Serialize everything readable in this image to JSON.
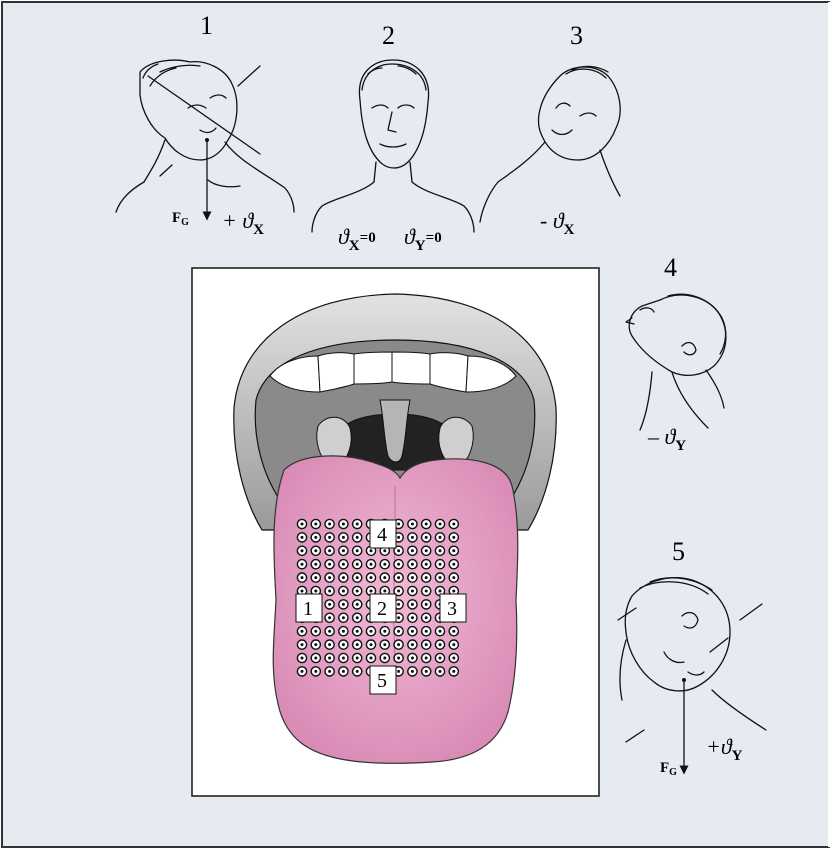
{
  "colors": {
    "panel_bg": "#e6ebf2",
    "panel_border": "#333333",
    "tongue_fill": "#e9a8c9",
    "tongue_shade": "#d98bb5",
    "mouth_gray": "#8a8a8a",
    "lip_gray": "#c8c8c8"
  },
  "head_figures": [
    {
      "number": "1",
      "label_symbol": "+ ϑ",
      "label_sub": "X",
      "force_label": "F",
      "force_sub": "G",
      "icon": "head-tilt-right-icon"
    },
    {
      "number": "2",
      "label_x_symbol": "ϑ",
      "label_x_sub": "X",
      "label_x_value": "=0",
      "label_y_symbol": "ϑ",
      "label_y_sub": "Y",
      "label_y_value": "=0",
      "icon": "head-neutral-icon"
    },
    {
      "number": "3",
      "label_symbol": "- ϑ",
      "label_sub": "X",
      "icon": "head-tilt-left-icon"
    },
    {
      "number": "4",
      "label_symbol": "– ϑ",
      "label_sub": "Y",
      "icon": "head-tilt-back-icon"
    },
    {
      "number": "5",
      "label_symbol": "+ϑ",
      "label_sub": "Y",
      "force_label": "F",
      "force_sub": "G",
      "icon": "head-tilt-forward-icon"
    }
  ],
  "tongue_display": {
    "electrode_grid": {
      "rows": 12,
      "cols": 12
    },
    "region_labels": [
      "1",
      "2",
      "3",
      "4",
      "5"
    ]
  }
}
